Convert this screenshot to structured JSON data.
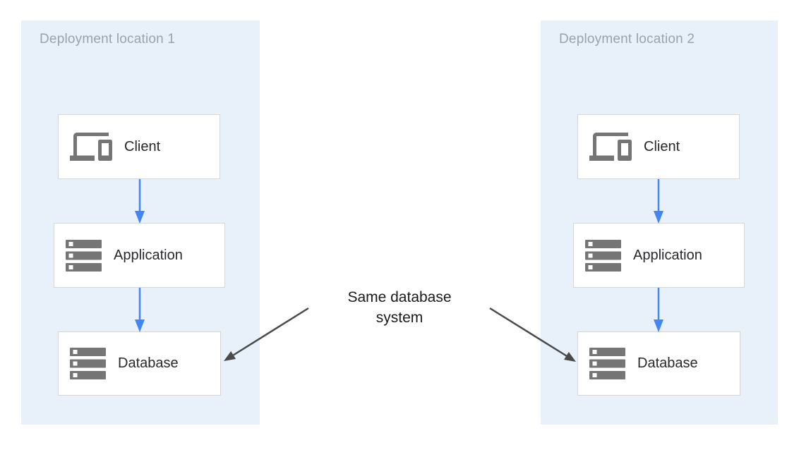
{
  "colors": {
    "container_bg": "#E8F1FA",
    "box_border": "#D6D6D6",
    "flow_arrow": "#4285F4",
    "annotation_arrow": "#4A4A4A",
    "icon_gray": "#757575",
    "title_gray": "#9AA2AA",
    "label_color": "#26282B",
    "annotation_text": "#1A1A1A"
  },
  "locations": [
    {
      "title": "Deployment location 1",
      "nodes": [
        {
          "label": "Client",
          "icon": "devices-icon"
        },
        {
          "label": "Application",
          "icon": "storage-icon"
        },
        {
          "label": "Database",
          "icon": "storage-icon"
        }
      ]
    },
    {
      "title": "Deployment location 2",
      "nodes": [
        {
          "label": "Client",
          "icon": "devices-icon"
        },
        {
          "label": "Application",
          "icon": "storage-icon"
        },
        {
          "label": "Database",
          "icon": "storage-icon"
        }
      ]
    }
  ],
  "annotation": {
    "text": "Same database system"
  }
}
